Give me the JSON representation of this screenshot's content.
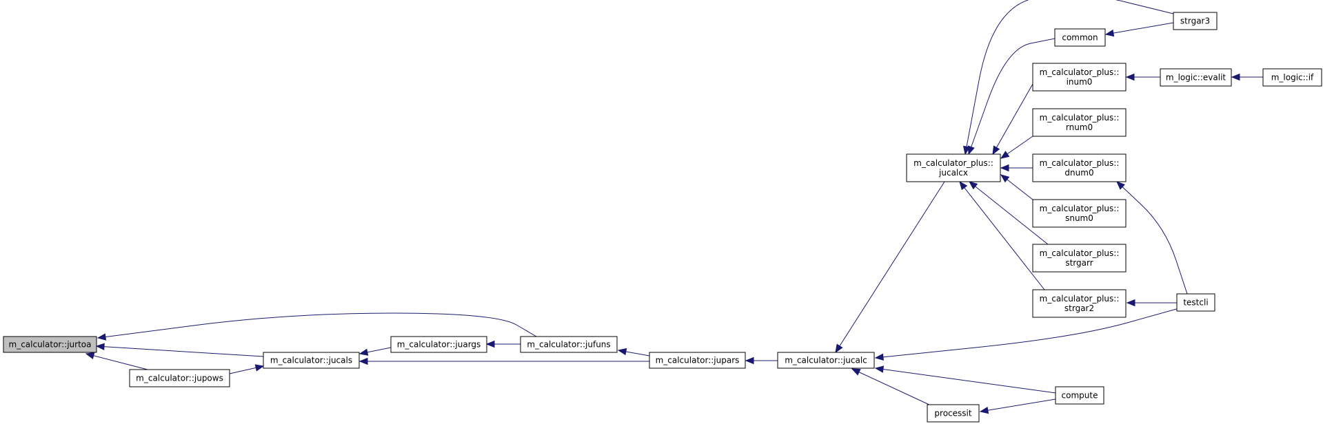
{
  "graph": {
    "type": "call-graph",
    "nodes": [
      {
        "id": "jurtoa",
        "lines": [
          "m_calculator::jurtoa"
        ],
        "highlighted": true
      },
      {
        "id": "jucals",
        "lines": [
          "m_calculator::jucals"
        ]
      },
      {
        "id": "jupows",
        "lines": [
          "m_calculator::jupows"
        ]
      },
      {
        "id": "juargs",
        "lines": [
          "m_calculator::juargs"
        ]
      },
      {
        "id": "jufuns",
        "lines": [
          "m_calculator::jufuns"
        ]
      },
      {
        "id": "jupars",
        "lines": [
          "m_calculator::jupars"
        ]
      },
      {
        "id": "jucalc",
        "lines": [
          "m_calculator::jucalc"
        ]
      },
      {
        "id": "jucalcx",
        "lines": [
          "m_calculator_plus::",
          "jucalcx"
        ]
      },
      {
        "id": "processit",
        "lines": [
          "processit"
        ]
      },
      {
        "id": "compute",
        "lines": [
          "compute"
        ]
      },
      {
        "id": "testcli",
        "lines": [
          "testcli"
        ]
      },
      {
        "id": "strgar3",
        "lines": [
          "strgar3"
        ]
      },
      {
        "id": "common",
        "lines": [
          "common"
        ]
      },
      {
        "id": "inum0",
        "lines": [
          "m_calculator_plus::",
          "inum0"
        ]
      },
      {
        "id": "rnum0",
        "lines": [
          "m_calculator_plus::",
          "rnum0"
        ]
      },
      {
        "id": "dnum0",
        "lines": [
          "m_calculator_plus::",
          "dnum0"
        ]
      },
      {
        "id": "snum0",
        "lines": [
          "m_calculator_plus::",
          "snum0"
        ]
      },
      {
        "id": "strgarr",
        "lines": [
          "m_calculator_plus::",
          "strgarr"
        ]
      },
      {
        "id": "strgar2",
        "lines": [
          "m_calculator_plus::",
          "strgar2"
        ]
      },
      {
        "id": "evalit",
        "lines": [
          "m_logic::evalit"
        ]
      },
      {
        "id": "if",
        "lines": [
          "m_logic::if"
        ]
      }
    ],
    "edges": [
      {
        "from": "jupows",
        "to": "jurtoa"
      },
      {
        "from": "jucals",
        "to": "jurtoa"
      },
      {
        "from": "jufuns",
        "to": "jurtoa"
      },
      {
        "from": "jupows",
        "to": "jucals"
      },
      {
        "from": "juargs",
        "to": "jucals"
      },
      {
        "from": "jupars",
        "to": "jucals"
      },
      {
        "from": "jufuns",
        "to": "juargs"
      },
      {
        "from": "jupars",
        "to": "jufuns"
      },
      {
        "from": "jucalc",
        "to": "jupars"
      },
      {
        "from": "jucalcx",
        "to": "jucalc"
      },
      {
        "from": "testcli",
        "to": "jucalc"
      },
      {
        "from": "compute",
        "to": "jucalc"
      },
      {
        "from": "processit",
        "to": "jucalc"
      },
      {
        "from": "compute",
        "to": "processit"
      },
      {
        "from": "strgar3",
        "to": "jucalcx"
      },
      {
        "from": "common",
        "to": "jucalcx"
      },
      {
        "from": "inum0",
        "to": "jucalcx"
      },
      {
        "from": "rnum0",
        "to": "jucalcx"
      },
      {
        "from": "dnum0",
        "to": "jucalcx"
      },
      {
        "from": "snum0",
        "to": "jucalcx"
      },
      {
        "from": "strgarr",
        "to": "jucalcx"
      },
      {
        "from": "strgar2",
        "to": "jucalcx"
      },
      {
        "from": "strgar3",
        "to": "common"
      },
      {
        "from": "evalit",
        "to": "inum0"
      },
      {
        "from": "if",
        "to": "evalit"
      },
      {
        "from": "testcli",
        "to": "dnum0"
      },
      {
        "from": "testcli",
        "to": "strgar2"
      }
    ]
  }
}
